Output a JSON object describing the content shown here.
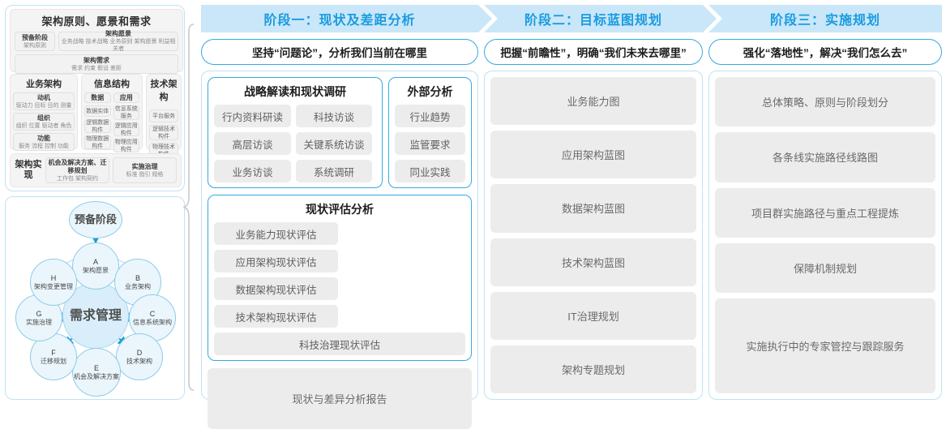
{
  "left_panel": {
    "framework": {
      "section1": {
        "title": "架构原则、愿景和需求",
        "boxes": [
          {
            "title": "预备阶段",
            "sub": "架构原则"
          },
          {
            "title": "架构愿景",
            "sub": "业务战略 技术战略 业务原则 架构愿景 利益相关者"
          },
          {
            "title": "架构需求",
            "sub": "需求    约束    假设    差距"
          }
        ]
      },
      "section2": {
        "columns": [
          {
            "title": "业务架构",
            "items": [
              {
                "title": "动机",
                "sub": "驱动力 目标 目的 测量"
              },
              {
                "title": "组织",
                "sub": "组织 位置 驱动者 角色"
              },
              {
                "title": "功能",
                "sub": "服务 流程 控制 功能"
              }
            ]
          },
          {
            "title": "信息结构",
            "groups": [
              {
                "head": "数据",
                "items": [
                  "数据实体",
                  "逻辑数据构件",
                  "物理数据构件"
                ]
              },
              {
                "head": "应用",
                "items": [
                  "信息系统服务",
                  "逻辑应用构件",
                  "物理应用构件"
                ]
              }
            ]
          },
          {
            "title": "技术架构",
            "items": [
              "平台服务",
              "逻辑技术构件",
              "物理技术构件"
            ]
          }
        ]
      },
      "section3": {
        "label": "架构实现",
        "boxes": [
          {
            "title": "机会及解决方案、迁移规划",
            "sub": "工作包   架构契约"
          },
          {
            "title": "实施治理",
            "sub": "标准  指引  规格"
          }
        ]
      }
    },
    "adm_cycle": {
      "preliminary": "预备阶段",
      "center": "需求管理",
      "nodes": [
        {
          "key": "A",
          "label": "架构愿景"
        },
        {
          "key": "B",
          "label": "业务架构"
        },
        {
          "key": "C",
          "label": "信息系统架构"
        },
        {
          "key": "D",
          "label": "技术架构"
        },
        {
          "key": "E",
          "label": "机会及解决方案"
        },
        {
          "key": "F",
          "label": "迁移规划"
        },
        {
          "key": "G",
          "label": "实施治理"
        },
        {
          "key": "H",
          "label": "架构变更管理"
        }
      ]
    }
  },
  "phases": [
    {
      "banner": "阶段一：现状及差距分析",
      "subtitle": "坚持“问题论”，分析我们当前在哪里",
      "groups": [
        {
          "title": "战略解读和现状调研",
          "chips": [
            "行内资料研读",
            "科技访谈",
            "高层访谈",
            "关键系统访谈",
            "业务访谈",
            "系统调研"
          ]
        },
        {
          "title": "外部分析",
          "chips": [
            "行业趋势",
            "监管要求",
            "同业实践"
          ]
        },
        {
          "title": "现状评估分析",
          "chips": [
            "业务能力现状评估",
            "应用架构现状评估",
            "数据架构现状评估",
            "技术架构现状评估",
            "科技治理现状评估"
          ]
        }
      ],
      "output": "现状与差异分析报告"
    },
    {
      "banner": "阶段二：目标蓝图规划",
      "subtitle": "把握“前瞻性”，明确“我们未来去哪里”",
      "items": [
        "业务能力图",
        "应用架构蓝图",
        "数据架构蓝图",
        "技术架构蓝图",
        "IT治理规划",
        "架构专题规划"
      ]
    },
    {
      "banner": "阶段三：实施规划",
      "subtitle": "强化“落地性”，解决“我们怎么去”",
      "items": [
        "总体策略、原则与阶段划分",
        "各条线实施路径线路图",
        "项目群实施路径与重点工程提炼",
        "保障机制规划",
        "实施执行中的专家管控与跟踪服务"
      ]
    }
  ],
  "colors": {
    "banner_bg": "#c9e7f8",
    "banner_text": "#1a9be0",
    "accent_border": "#36a9e1",
    "panel_border": "#bfe2f5",
    "chip_bg": "#ececec",
    "node_fill": "#eaf6fc",
    "center_fill": "#d9eefa"
  }
}
